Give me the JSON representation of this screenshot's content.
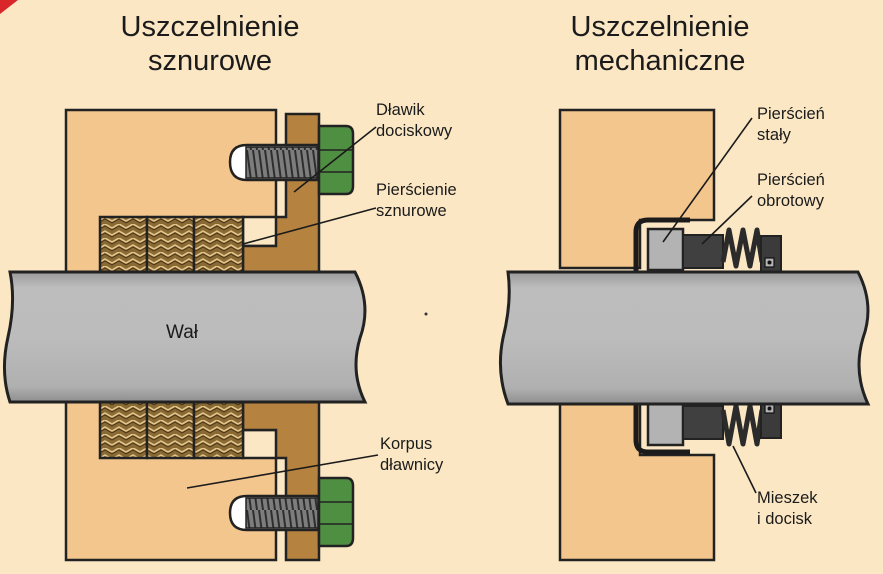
{
  "titles": {
    "packing": "Uszczelnienie\nsznurowe",
    "mechanical": "Uszczelnienie\nmechaniczne"
  },
  "labels": {
    "gland": "Dławik\ndociskowy",
    "rings": "Pierścienie\nsznurowe",
    "shaft": "Wał",
    "housing": "Korpus\ndławnicy",
    "fixed_ring": "Pierścień\nstały",
    "rotating_ring": "Pierścień\nobrotowy",
    "bellows": "Mieszek\ni docisk"
  },
  "colors": {
    "background": "#fbe7c4",
    "housing": "#f3c68e",
    "gland": "#b5823f",
    "packing": "#8a6a34",
    "shaft": "#b6b6b6",
    "bolt_head": "#4f8f41",
    "seal_ring": "#b3b3b3",
    "spring": "#3b3b3b"
  }
}
